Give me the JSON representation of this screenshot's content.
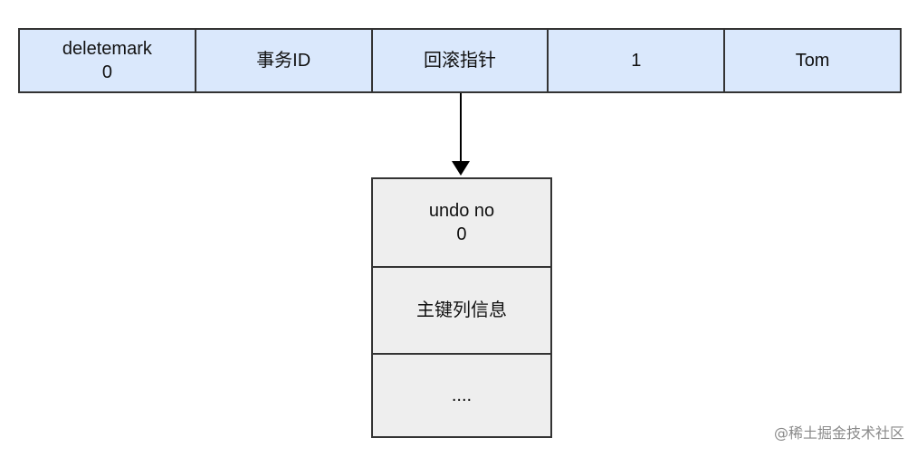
{
  "record": {
    "cells": [
      "deletemark\n0",
      "事务ID",
      "回滚指针",
      "1",
      "Tom"
    ]
  },
  "undo_log": {
    "cells": [
      "undo no\n0",
      "主键列信息",
      "...."
    ]
  },
  "watermark": "@稀土掘金技术社区",
  "colors": {
    "record_fill": "#dae8fc",
    "undo_fill": "#eeeeee",
    "stroke": "#333333",
    "arrow": "#000000"
  }
}
